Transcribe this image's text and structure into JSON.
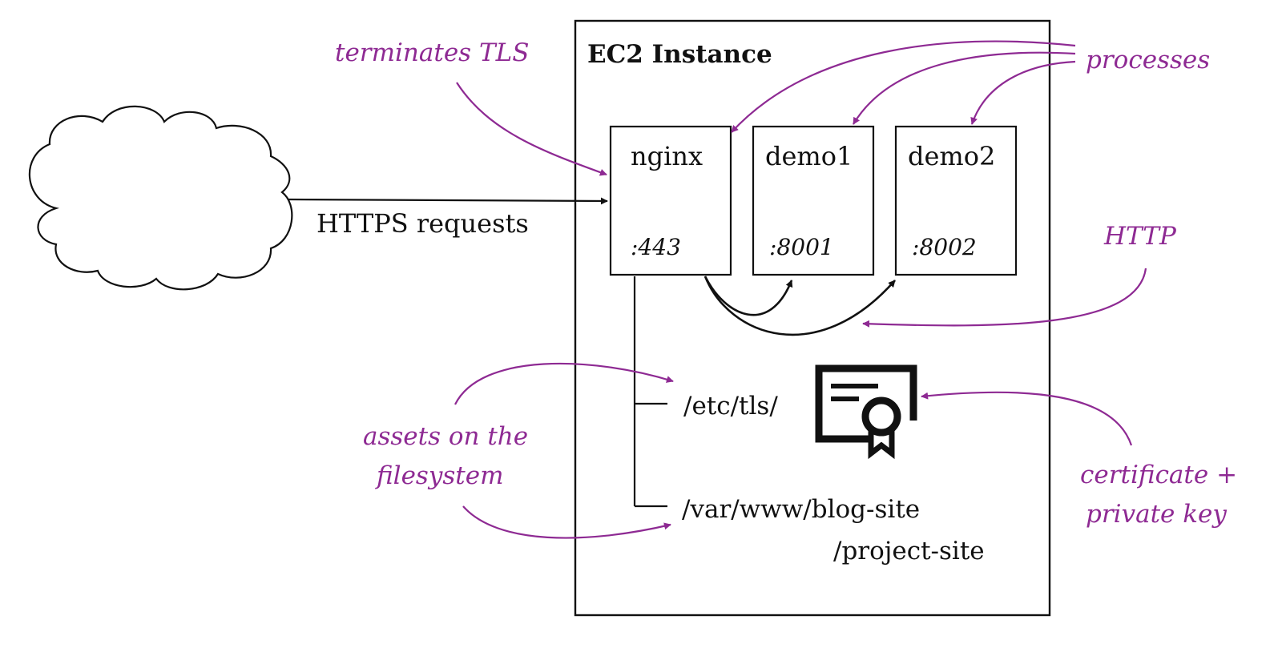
{
  "instance": {
    "title": "EC2 Instance"
  },
  "client": {
    "request_label": "HTTPS requests"
  },
  "processes": [
    {
      "name": "nginx",
      "port": ":443"
    },
    {
      "name": "demo1",
      "port": ":8001"
    },
    {
      "name": "demo2",
      "port": ":8002"
    }
  ],
  "filesystem": {
    "tls_path": "/etc/tls/",
    "www_path": "/var/www/blog-site",
    "www_path_2": "/project-site"
  },
  "annotations": {
    "terminates_tls": "terminates TLS",
    "processes": "processes",
    "http": "HTTP",
    "assets_line1": "assets on the",
    "assets_line2": "filesystem",
    "cert_line1": "certificate +",
    "cert_line2": "private key"
  },
  "colors": {
    "annotation": "#8e2a93",
    "ink": "#111111"
  },
  "icons": {
    "certificate": "certificate-icon",
    "cloud": "cloud-icon"
  }
}
